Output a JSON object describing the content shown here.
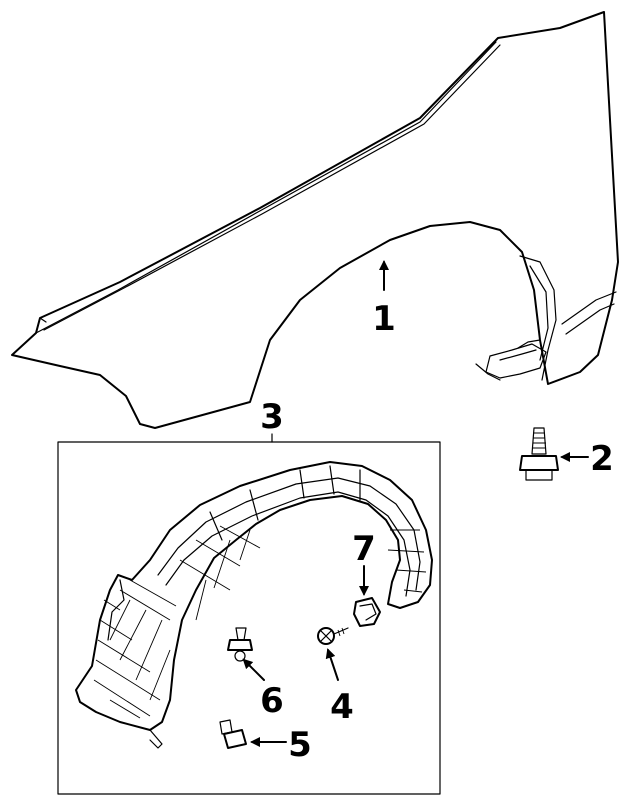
{
  "diagram": {
    "callouts": {
      "c1": "1",
      "c2": "2",
      "c3": "3",
      "c4": "4",
      "c5": "5",
      "c6": "6",
      "c7": "7"
    },
    "parts": {
      "fender": "fender",
      "bolt": "bolt",
      "liner": "fender liner",
      "screw_4": "screw",
      "screw_5": "screw",
      "screw_6": "screw",
      "clip": "clip"
    }
  }
}
